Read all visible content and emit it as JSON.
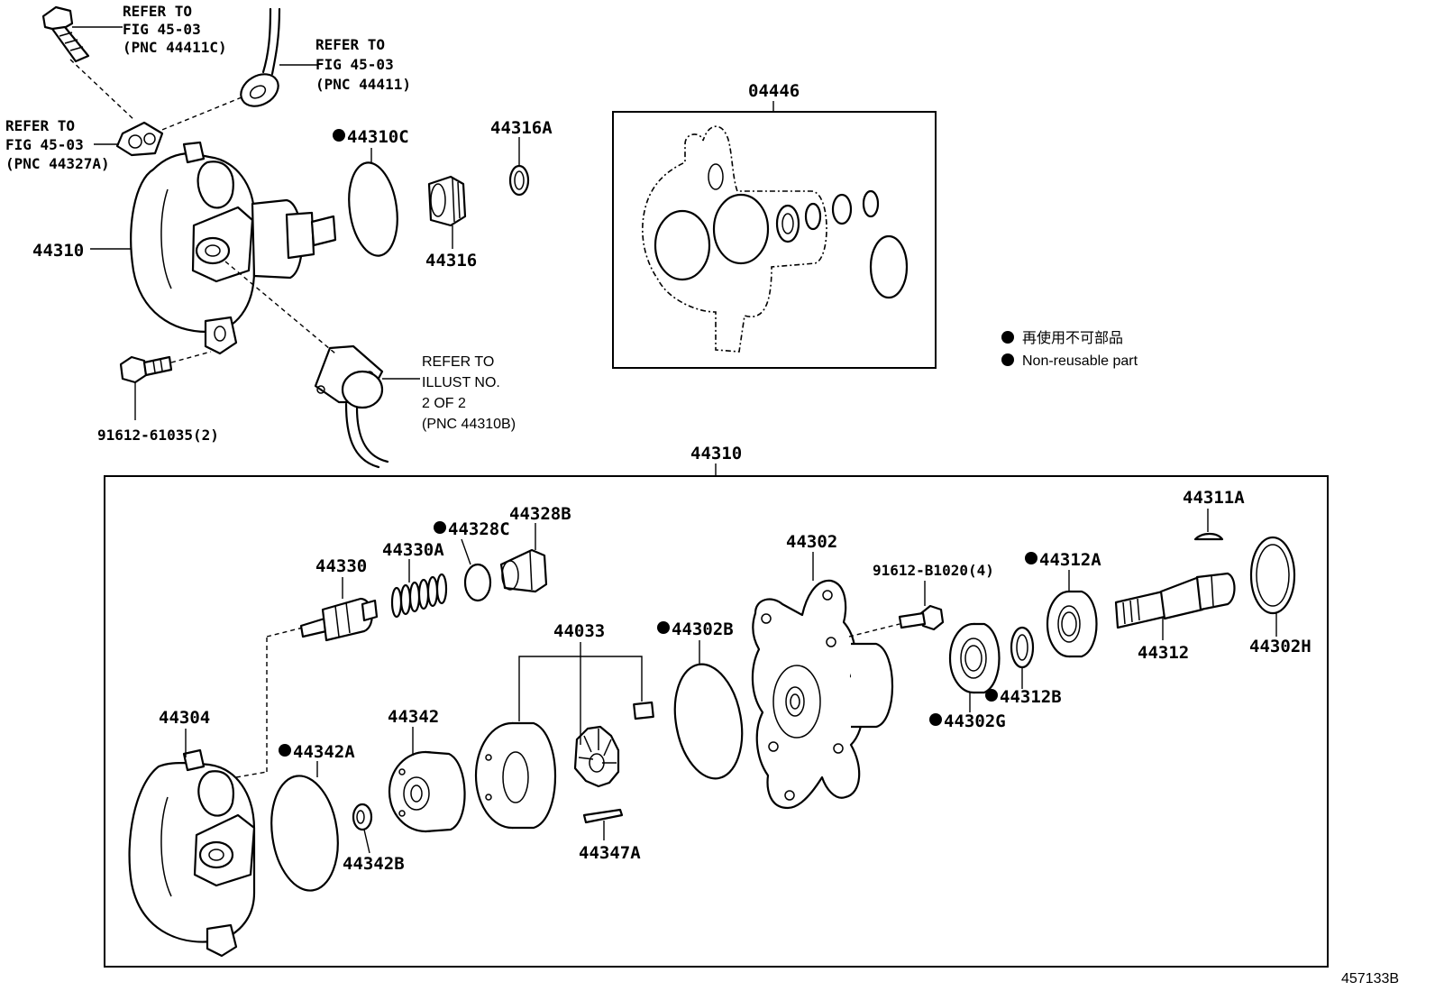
{
  "labels": {
    "ref_bolt": [
      "REFER TO",
      "FIG 45-03",
      "(PNC 44411C)"
    ],
    "ref_union": [
      "REFER TO",
      "FIG 45-03",
      "(PNC 44411)"
    ],
    "ref_gasket": [
      "REFER TO",
      "FIG 45-03",
      "(PNC 44327A)"
    ],
    "ref_illust": [
      "REFER TO",
      "ILLUST NO.",
      "2 OF 2",
      "(PNC 44310B)"
    ],
    "p44310_top": "44310",
    "p91612_61035": "91612-61035(2)",
    "p44310C": "44310C",
    "p44316": "44316",
    "p44316A": "44316A",
    "p04446": "04446",
    "p44310_box": "44310",
    "p44311A": "44311A",
    "p44330": "44330",
    "p44330A": "44330A",
    "p44328C": "44328C",
    "p44328B": "44328B",
    "p44302": "44302",
    "p91612_B1020": "91612-B1020(4)",
    "p44312A": "44312A",
    "p44302H": "44302H",
    "p44312": "44312",
    "p44312B": "44312B",
    "p44302G": "44302G",
    "p44302B": "44302B",
    "p44033": "44033",
    "p44304": "44304",
    "p44342": "44342",
    "p44342A": "44342A",
    "p44342B": "44342B",
    "p44347A": "44347A"
  },
  "legend": {
    "jp": "再使用不可部品",
    "en": "Non-reusable part"
  },
  "figure_number": "457133B",
  "colors": {
    "ink": "#000000",
    "background": "#ffffff"
  }
}
